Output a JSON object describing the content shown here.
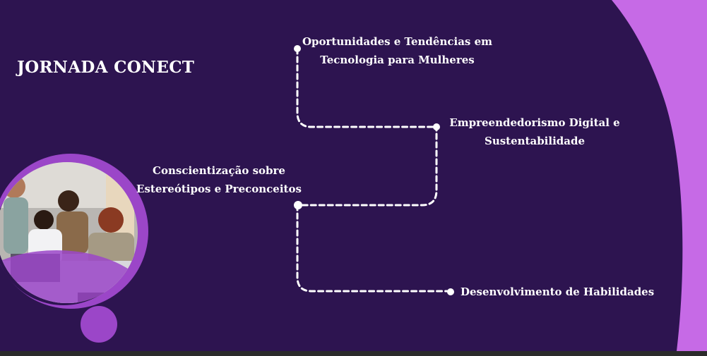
{
  "slide": {
    "title": "JORNADA CONECT",
    "topics": [
      {
        "line1": "Oportunidades e Tendências em",
        "line2": "Tecnologia para Mulheres"
      },
      {
        "line1": "Empreendedorismo Digital e",
        "line2": "Sustentabilidade"
      },
      {
        "line1": "Conscientização sobre",
        "line2": "Estereótipos e Preconceitos"
      },
      {
        "line1": "Desenvolvimento de Habilidades"
      }
    ]
  },
  "colors": {
    "background": "#2d1450",
    "accent_purple": "#c66ae6",
    "ring_purple": "#9b46c8",
    "path_white": "#ffffff"
  },
  "icons": {
    "photo": "team-at-laptop-photo",
    "path": "dashed-timeline-path"
  }
}
